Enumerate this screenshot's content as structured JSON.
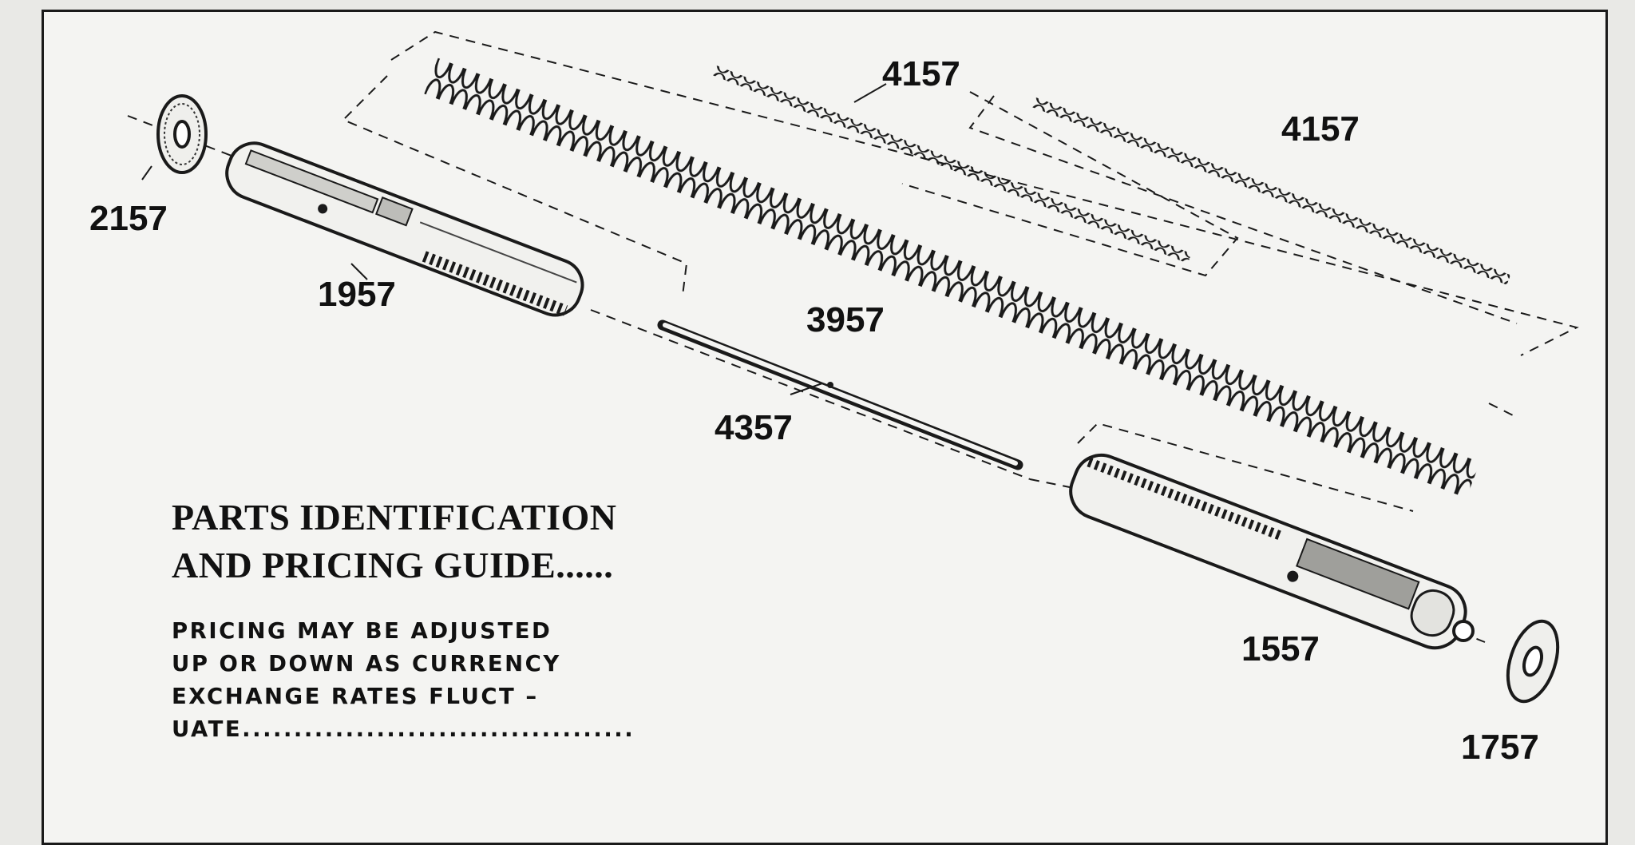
{
  "parts": [
    {
      "id": "part-2157",
      "label": "2157"
    },
    {
      "id": "part-1957",
      "label": "1957"
    },
    {
      "id": "part-4157a",
      "label": "4157"
    },
    {
      "id": "part-4157b",
      "label": "4157"
    },
    {
      "id": "part-3957",
      "label": "3957"
    },
    {
      "id": "part-4357",
      "label": "4357"
    },
    {
      "id": "part-1557",
      "label": "1557"
    },
    {
      "id": "part-1757",
      "label": "1757"
    }
  ],
  "title": {
    "line1": "PARTS IDENTIFICATION",
    "line2": "AND PRICING GUIDE......"
  },
  "note": {
    "line1": "PRICING MAY BE ADJUSTED",
    "line2": "UP OR DOWN AS CURRENCY",
    "line3": "EXCHANGE RATES FLUCT –",
    "line4": "UATE......................................"
  }
}
